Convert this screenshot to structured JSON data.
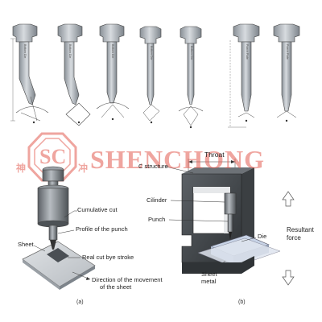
{
  "tool_labels_a": [
    "Bottom Die",
    "Bottom Die",
    "Bottom Die",
    "Bottom Die",
    "Bottom Die"
  ],
  "tool_labels_b": [
    "Punch Plate",
    "Punch Plate"
  ],
  "watermark": {
    "brand": "SHENCHONG",
    "char_left": "神",
    "char_right": "冲",
    "logo": "SC"
  },
  "diagram_a": {
    "cumulative_cut": "Cumulative cut",
    "profile": "Profile of the punch",
    "sheet": "Sheet",
    "real_cut": "Real cut bye stroke",
    "direction_line1": "Direction of the movement",
    "direction_line2": "of the sheet",
    "caption": "(a)"
  },
  "diagram_b": {
    "throat": "Throat",
    "c_structure": "C structure",
    "cilinder": "Cilinder",
    "punch": "Punch",
    "die": "Die",
    "sheet_line1": "Sheet",
    "sheet_line2": "metal",
    "resultant_line1": "Resultant",
    "resultant_line2": "force",
    "caption": "(b)"
  },
  "colors": {
    "watermark": "#e35d52",
    "line": "#333333",
    "metal": "#9aa0a6"
  }
}
